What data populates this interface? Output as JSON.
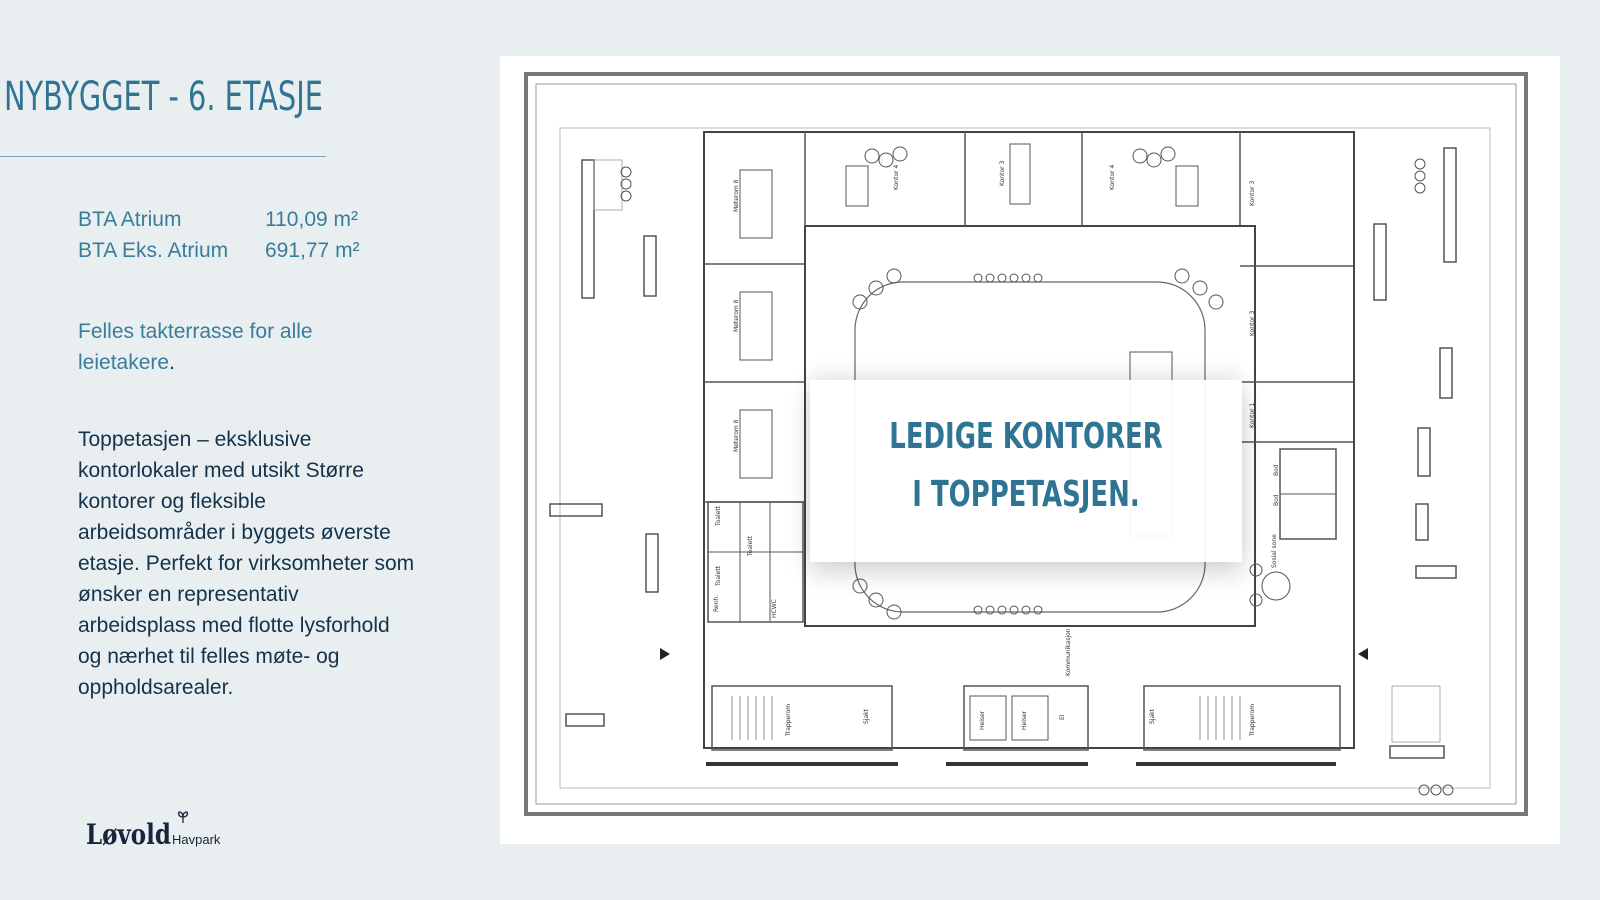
{
  "heading": {
    "title": "NYBYGGET - 6. ETASJE"
  },
  "stats": [
    {
      "label": "BTA Atrium",
      "value": "110,09 m²"
    },
    {
      "label": "BTA Eks. Atrium",
      "value": "691,77 m²"
    }
  ],
  "shared_terrace": {
    "text": "Felles takterrasse for alle leietakere",
    "punct": "."
  },
  "description": "Toppetasjen – eksklusive kontorlokaler med utsikt Større kontorer og fleksible arbeidsområder i byggets øverste etasje. Perfekt for virksomheter som ønsker en representativ arbeidsplass med flotte lysforhold og nærhet til felles møte- og oppholdsarealer.",
  "callout": {
    "line1": "LEDIGE KONTORER",
    "line2": "I TOPPETASJEN."
  },
  "logo": {
    "wordmark": "Løvold",
    "sub": "Havpark"
  },
  "plan": {
    "rooms": [
      {
        "label": "Møterom 8"
      },
      {
        "label": "Møterom 8"
      },
      {
        "label": "Møterom 8"
      },
      {
        "label": "Kontor 4"
      },
      {
        "label": "Kontor 3"
      },
      {
        "label": "Kontor 4"
      },
      {
        "label": "Kontor 3"
      },
      {
        "label": "Kontor 3"
      },
      {
        "label": "Kontor 1"
      },
      {
        "label": "Bod"
      },
      {
        "label": "Bod"
      },
      {
        "label": "Sosial sone"
      },
      {
        "label": "Toalett"
      },
      {
        "label": "Toalett"
      },
      {
        "label": "Toalett"
      },
      {
        "label": "Renh."
      },
      {
        "label": "HCWC"
      },
      {
        "label": "Kommunikasjon"
      },
      {
        "label": "Trapperom"
      },
      {
        "label": "Sjakt"
      },
      {
        "label": "Heiser"
      },
      {
        "label": "Heiser"
      },
      {
        "label": "El"
      },
      {
        "label": "Sjakt"
      },
      {
        "label": "Trapperom"
      }
    ]
  },
  "colors": {
    "accent": "#2f7593",
    "dark": "#14324a",
    "background": "#e9eef1"
  }
}
